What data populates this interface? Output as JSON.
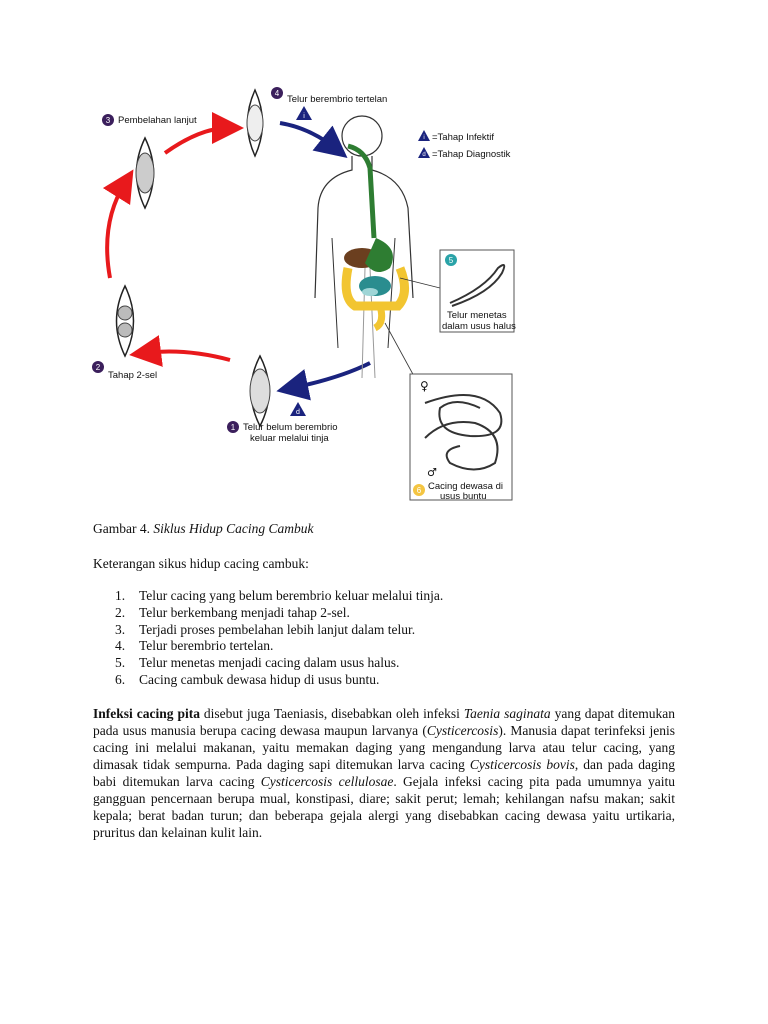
{
  "diagram": {
    "labels": {
      "egg1": "Telur belum berembrio",
      "egg1b": "keluar melalui tinja",
      "egg2": "Tahap 2-sel",
      "egg3": "Pembelahan lanjut",
      "egg4": "Telur berembrio tertelan",
      "larva5a": "Telur menetas",
      "larva5b": "dalam usus halus",
      "adult6a": "Cacing dewasa di",
      "adult6b": "usus buntu",
      "legend_infective": "=Tahap Infektif",
      "legend_diagnostic": "=Tahap Diagnostik"
    },
    "markers": {
      "infective": "i",
      "diagnostic": "d"
    },
    "step_numbers": [
      "1",
      "2",
      "3",
      "4",
      "5",
      "6"
    ],
    "symbols": {
      "female": "♀",
      "male": "♂"
    },
    "colors": {
      "arrow_red": "#e8191c",
      "arrow_blue": "#1a237e",
      "badge_purple": "#3b1f5c",
      "badge_teal": "#2aa3a8",
      "badge_yellow": "#f4c542",
      "gut_green": "#2e7d32",
      "intestine_yellow": "#f2c531",
      "intestine_teal": "#2a8d8f",
      "stomach_brown": "#6b3f1f"
    }
  },
  "caption": {
    "prefix": "Gambar 4. ",
    "title": "Siklus Hidup Cacing Cambuk"
  },
  "intro": "Keterangan sikus hidup cacing cambuk:",
  "steps": [
    {
      "num": "1.",
      "text": "Telur cacing yang belum berembrio keluar melalui tinja."
    },
    {
      "num": "2.",
      "text": "Telur berkembang menjadi tahap 2-sel."
    },
    {
      "num": "3.",
      "text": "Terjadi proses pembelahan lebih lanjut dalam telur."
    },
    {
      "num": "4.",
      "text": "Telur berembrio tertelan."
    },
    {
      "num": "5.",
      "text": "Telur menetas menjadi cacing dalam usus halus."
    },
    {
      "num": "6.",
      "text": "Cacing cambuk dewasa hidup di usus buntu."
    }
  ],
  "paragraph": {
    "bold_term": "Infeksi cacing pita",
    "t1": " disebut juga Taeniasis, disebabkan oleh infeksi ",
    "i1": "Taenia saginata",
    "t2": " yang dapat ditemukan pada usus manusia berupa cacing dewasa maupun larvanya (",
    "i2": "Cysticercosis",
    "t3": "). Manusia dapat terinfeksi jenis cacing ini melalui makanan, yaitu memakan daging yang mengandung larva atau telur cacing, yang dimasak tidak sempurna. Pada daging sapi ditemukan larva cacing ",
    "i3": "Cysticercosis bovis",
    "t4": ", dan pada daging babi ditemukan larva cacing ",
    "i4": "Cysticercosis cellulosae",
    "t5": ". Gejala infeksi cacing pita pada umumnya yaitu gangguan pencernaan berupa mual, konstipasi, diare; sakit perut; lemah; kehilangan nafsu makan; sakit kepala; berat badan turun; dan beberapa gejala alergi yang disebabkan cacing dewasa yaitu urtikaria, pruritus dan kelainan kulit lain."
  }
}
